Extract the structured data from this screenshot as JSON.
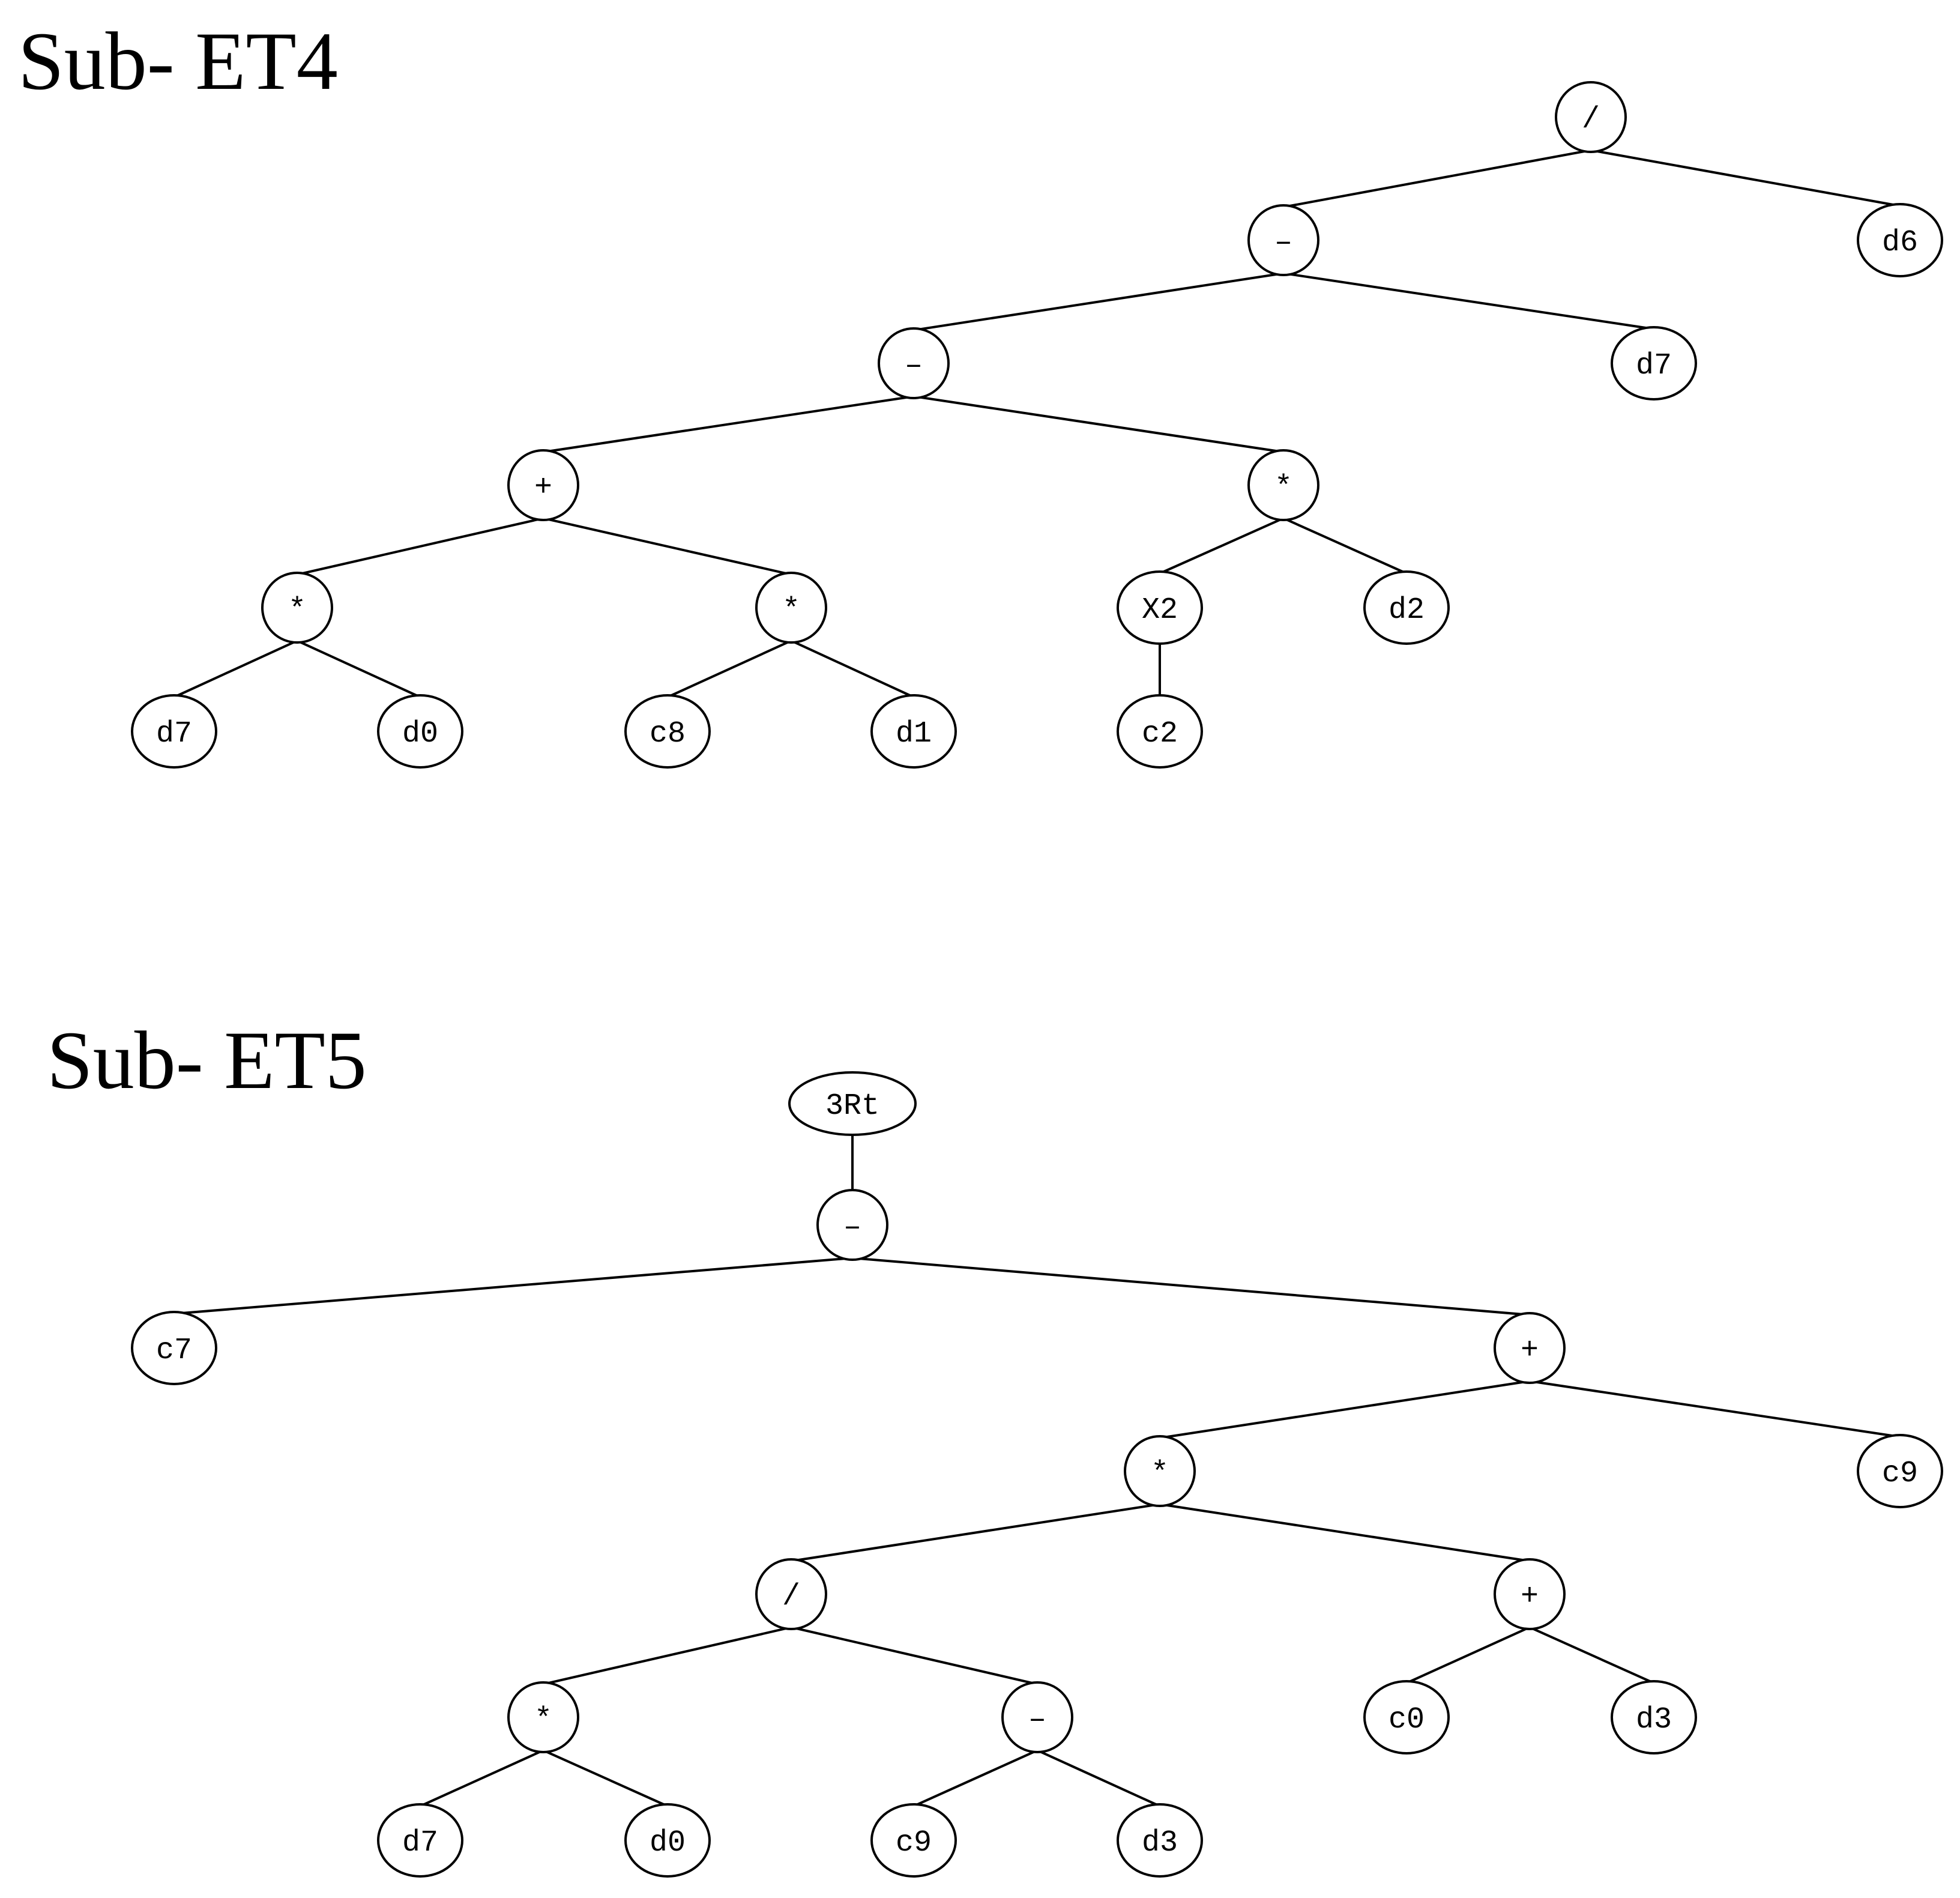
{
  "diagrams": [
    {
      "id": "et4",
      "title": "Sub- ET4",
      "nodes": [
        {
          "id": "n1",
          "label": "/"
        },
        {
          "id": "n2",
          "label": "–"
        },
        {
          "id": "n3",
          "label": "d6"
        },
        {
          "id": "n4",
          "label": "–"
        },
        {
          "id": "n5",
          "label": "d7"
        },
        {
          "id": "n6",
          "label": "+"
        },
        {
          "id": "n7",
          "label": "*"
        },
        {
          "id": "n8",
          "label": "*"
        },
        {
          "id": "n9",
          "label": "*"
        },
        {
          "id": "n10",
          "label": "X2"
        },
        {
          "id": "n11",
          "label": "d2"
        },
        {
          "id": "n12",
          "label": "d7"
        },
        {
          "id": "n13",
          "label": "d0"
        },
        {
          "id": "n14",
          "label": "c8"
        },
        {
          "id": "n15",
          "label": "d1"
        },
        {
          "id": "n16",
          "label": "c2"
        }
      ],
      "edges": [
        [
          "n1",
          "n2"
        ],
        [
          "n1",
          "n3"
        ],
        [
          "n2",
          "n4"
        ],
        [
          "n2",
          "n5"
        ],
        [
          "n4",
          "n6"
        ],
        [
          "n4",
          "n7"
        ],
        [
          "n6",
          "n8"
        ],
        [
          "n6",
          "n9"
        ],
        [
          "n7",
          "n10"
        ],
        [
          "n7",
          "n11"
        ],
        [
          "n8",
          "n12"
        ],
        [
          "n8",
          "n13"
        ],
        [
          "n9",
          "n14"
        ],
        [
          "n9",
          "n15"
        ],
        [
          "n10",
          "n16"
        ]
      ]
    },
    {
      "id": "et5",
      "title": "Sub- ET5",
      "nodes": [
        {
          "id": "m1",
          "label": "3Rt"
        },
        {
          "id": "m2",
          "label": "–"
        },
        {
          "id": "m3",
          "label": "c7"
        },
        {
          "id": "m4",
          "label": "+"
        },
        {
          "id": "m5",
          "label": "*"
        },
        {
          "id": "m6",
          "label": "c9"
        },
        {
          "id": "m7",
          "label": "/"
        },
        {
          "id": "m8",
          "label": "+"
        },
        {
          "id": "m9",
          "label": "*"
        },
        {
          "id": "m10",
          "label": "–"
        },
        {
          "id": "m11",
          "label": "c0"
        },
        {
          "id": "m12",
          "label": "d3"
        },
        {
          "id": "m13",
          "label": "d7"
        },
        {
          "id": "m14",
          "label": "d0"
        },
        {
          "id": "m15",
          "label": "c9"
        },
        {
          "id": "m16",
          "label": "d3"
        }
      ],
      "edges": [
        [
          "m1",
          "m2"
        ],
        [
          "m2",
          "m3"
        ],
        [
          "m2",
          "m4"
        ],
        [
          "m4",
          "m5"
        ],
        [
          "m4",
          "m6"
        ],
        [
          "m5",
          "m7"
        ],
        [
          "m5",
          "m8"
        ],
        [
          "m7",
          "m9"
        ],
        [
          "m7",
          "m10"
        ],
        [
          "m8",
          "m11"
        ],
        [
          "m8",
          "m12"
        ],
        [
          "m9",
          "m13"
        ],
        [
          "m9",
          "m14"
        ],
        [
          "m10",
          "m15"
        ],
        [
          "m10",
          "m16"
        ]
      ]
    }
  ]
}
